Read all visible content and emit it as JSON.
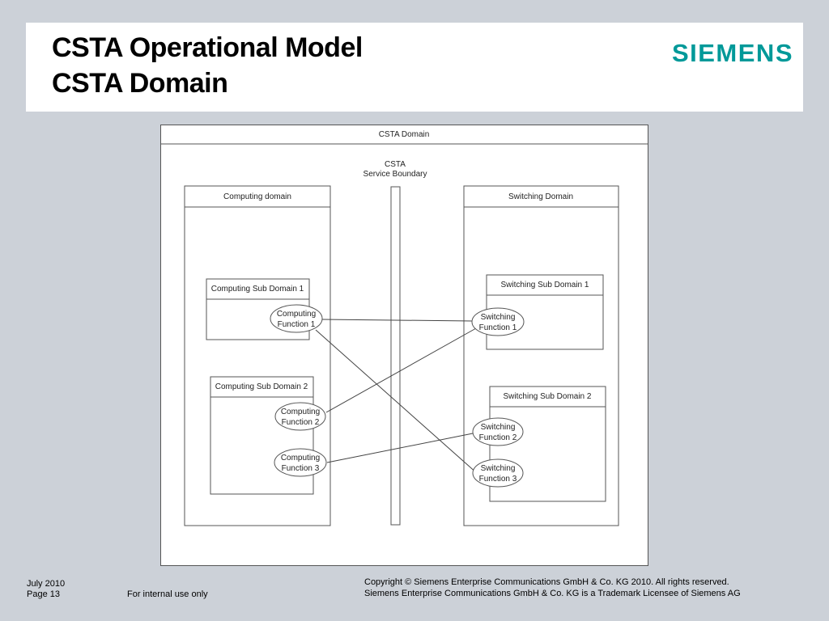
{
  "slide": {
    "title_line1": "CSTA Operational Model",
    "title_line2": "CSTA Domain",
    "logo": "SIEMENS"
  },
  "diagram": {
    "outer_label": "CSTA Domain",
    "boundary_label_1": "CSTA",
    "boundary_label_2": "Service Boundary",
    "computing_domain": "Computing domain",
    "switching_domain": "Switching Domain",
    "computing_sub_1": "Computing Sub Domain 1",
    "computing_sub_2": "Computing Sub Domain 2",
    "switching_sub_1": "Switching Sub Domain 1",
    "switching_sub_2": "Switching Sub Domain 2",
    "cf1_a": "Computing",
    "cf1_b": "Function 1",
    "cf2_a": "Computing",
    "cf2_b": "Function 2",
    "cf3_a": "Computing",
    "cf3_b": "Function 3",
    "sf1_a": "Switching",
    "sf1_b": "Function 1",
    "sf2_a": "Switching",
    "sf2_b": "Function 2",
    "sf3_a": "Switching",
    "sf3_b": "Function 3"
  },
  "footer": {
    "date": "July 2010",
    "page": "Page 13",
    "internal": "For internal use only",
    "copyright": "Copyright © Siemens Enterprise Communications GmbH & Co. KG 2010. All rights reserved.",
    "trademark": "Siemens Enterprise Communications GmbH & Co. KG is a Trademark Licensee of Siemens AG"
  }
}
